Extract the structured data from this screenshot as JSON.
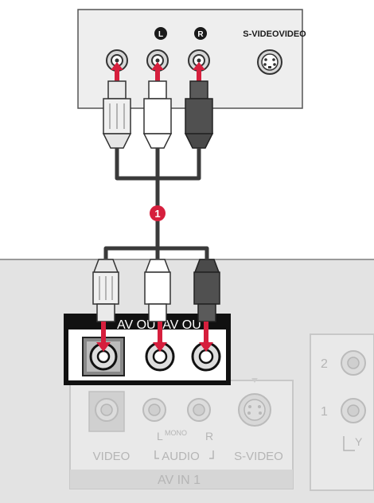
{
  "device_panel": {
    "label_left": "L",
    "label_right": "R",
    "label_svideo": "S-VIDEOVIDEO"
  },
  "cable": {
    "callout_number": "1"
  },
  "tv_panel": {
    "av_out_label": "AV OUTAV OUT",
    "side_number_top": "2",
    "side_number_bottom": "1",
    "side_label_y": "Y",
    "av_in": {
      "video_label": "VIDEO",
      "mono_label": "MONO",
      "l_label": "L",
      "r_label": "R",
      "audio_label": "AUDIO",
      "svideo_label": "S-VIDEO",
      "title": "AV IN 1"
    }
  },
  "colors": {
    "device_panel_fill": "#eeeeee",
    "tv_panel_fill": "#e3e3e3",
    "arrow_red": "#d61f3d",
    "cable_dark": "#3a3a3a",
    "av_out_band": "#1a1a1a"
  }
}
